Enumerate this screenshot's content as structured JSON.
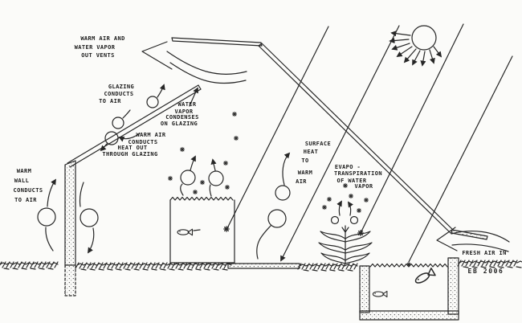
{
  "colors": {
    "ink": "#262626",
    "paper": "#fbfbf9"
  },
  "labels": {
    "out_vents": {
      "lines": [
        "WARM AIR AND",
        "WATER VAPOR",
        "OUT VENTS"
      ]
    },
    "glazing_conducts": {
      "lines": [
        "GLAZING",
        "CONDUCTS",
        "TO AIR"
      ]
    },
    "vapor_condenses": {
      "lines": [
        "WATER",
        "VAPOR",
        "CONDENSES",
        "ON GLAZING"
      ]
    },
    "warm_air_conducts": {
      "lines": [
        "WARM AIR",
        "CONDUCTS",
        "HEAT OUT",
        "THROUGH GLAZING"
      ]
    },
    "warm_wall": {
      "lines": [
        "WARM",
        "WALL",
        "CONDUCTS",
        "TO AIR"
      ]
    },
    "surface_heat": {
      "lines": [
        "SURFACE",
        "HEAT",
        "TO",
        "WARM",
        "AIR"
      ]
    },
    "evapo": {
      "lines": [
        "EVAPO -",
        "TRANSPIRATION",
        "OF WATER",
        "VAPOR"
      ]
    },
    "fresh_air": {
      "lines": [
        "FRESH AIR IN"
      ]
    },
    "signature": {
      "lines": [
        "EB 2006"
      ]
    }
  },
  "icons": {
    "sun": "sun-icon",
    "fish": "fish-icon",
    "plant": "plant-icon",
    "vapor": "asterisk-icon",
    "sunray_hit": "sparkle-icon"
  }
}
